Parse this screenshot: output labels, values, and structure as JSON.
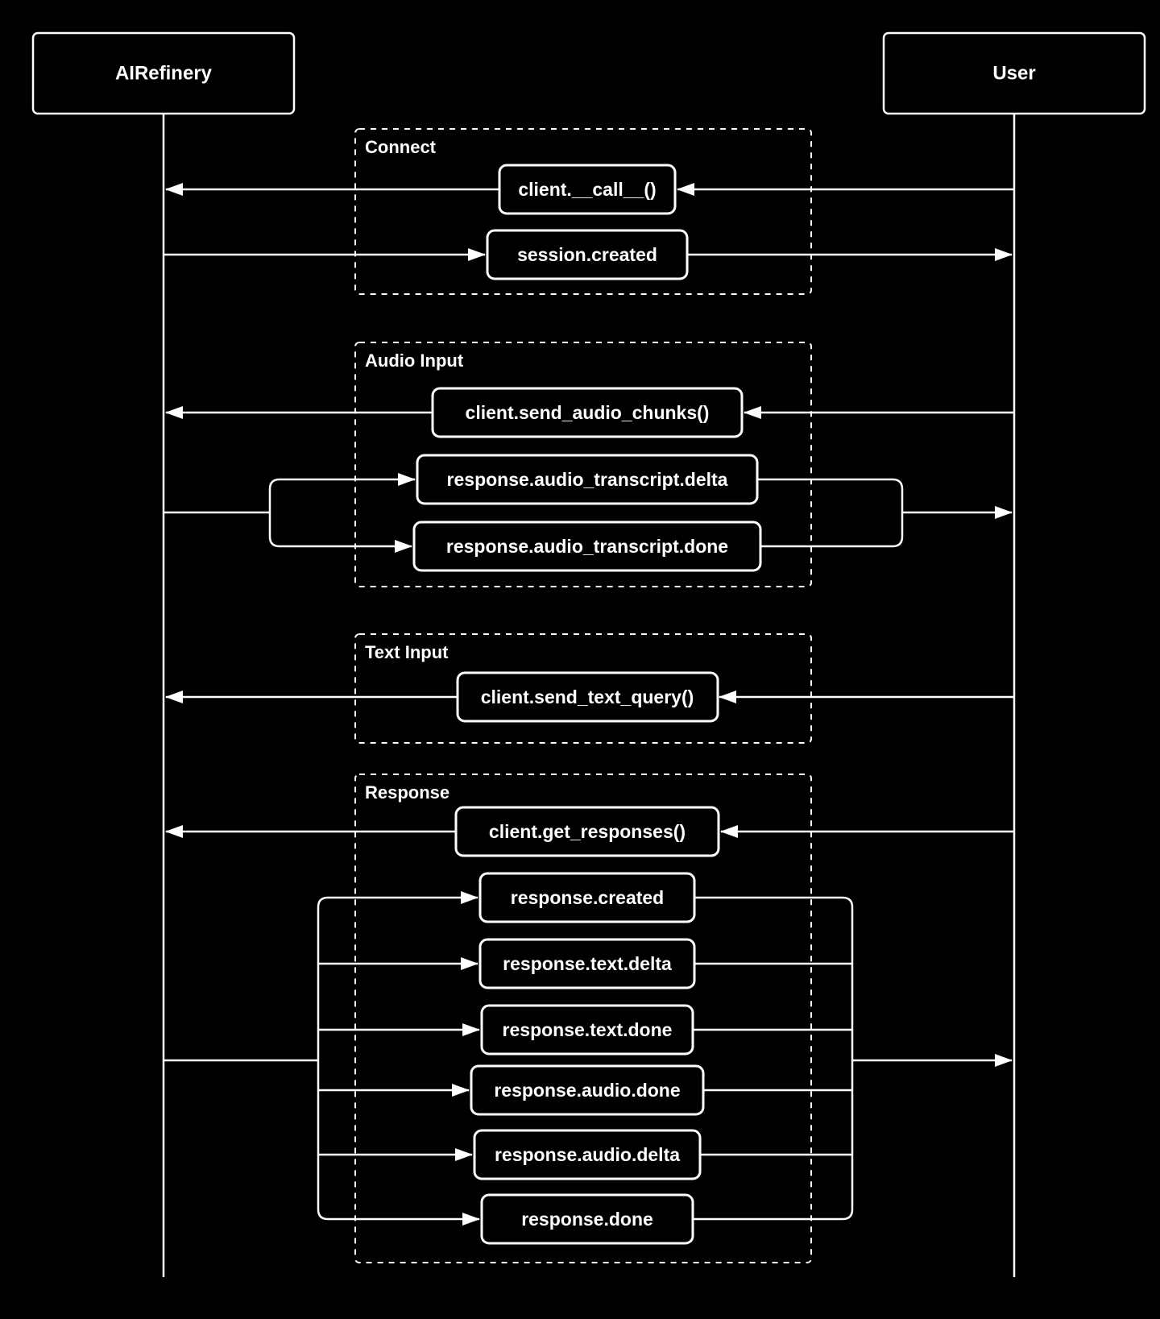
{
  "diagram": {
    "type": "sequence-diagram",
    "colors": {
      "background": "#000000",
      "foreground": "#ffffff"
    },
    "actors": [
      {
        "id": "airefinery",
        "label": "AIRefinery"
      },
      {
        "id": "user",
        "label": "User"
      }
    ],
    "groups": [
      {
        "label": "Connect",
        "messages": [
          {
            "text": "client.__call__()",
            "from": "User",
            "to": "AIRefinery"
          },
          {
            "text": "session.created",
            "from": "AIRefinery",
            "to": "User"
          }
        ]
      },
      {
        "label": "Audio Input",
        "messages": [
          {
            "text": "client.send_audio_chunks()",
            "from": "User",
            "to": "AIRefinery"
          },
          {
            "text": "response.audio_transcript.delta",
            "from": "AIRefinery",
            "to": "User",
            "grouped": true
          },
          {
            "text": "response.audio_transcript.done",
            "from": "AIRefinery",
            "to": "User",
            "grouped": true
          }
        ]
      },
      {
        "label": "Text Input",
        "messages": [
          {
            "text": "client.send_text_query()",
            "from": "User",
            "to": "AIRefinery"
          }
        ]
      },
      {
        "label": "Response",
        "messages": [
          {
            "text": "client.get_responses()",
            "from": "User",
            "to": "AIRefinery"
          },
          {
            "text": "response.created",
            "from": "AIRefinery",
            "to": "User",
            "grouped": true
          },
          {
            "text": "response.text.delta",
            "from": "AIRefinery",
            "to": "User",
            "grouped": true
          },
          {
            "text": "response.text.done",
            "from": "AIRefinery",
            "to": "User",
            "grouped": true
          },
          {
            "text": "response.audio.done",
            "from": "AIRefinery",
            "to": "User",
            "grouped": true
          },
          {
            "text": "response.audio.delta",
            "from": "AIRefinery",
            "to": "User",
            "grouped": true
          },
          {
            "text": "response.done",
            "from": "AIRefinery",
            "to": "User",
            "grouped": true
          }
        ]
      }
    ]
  }
}
